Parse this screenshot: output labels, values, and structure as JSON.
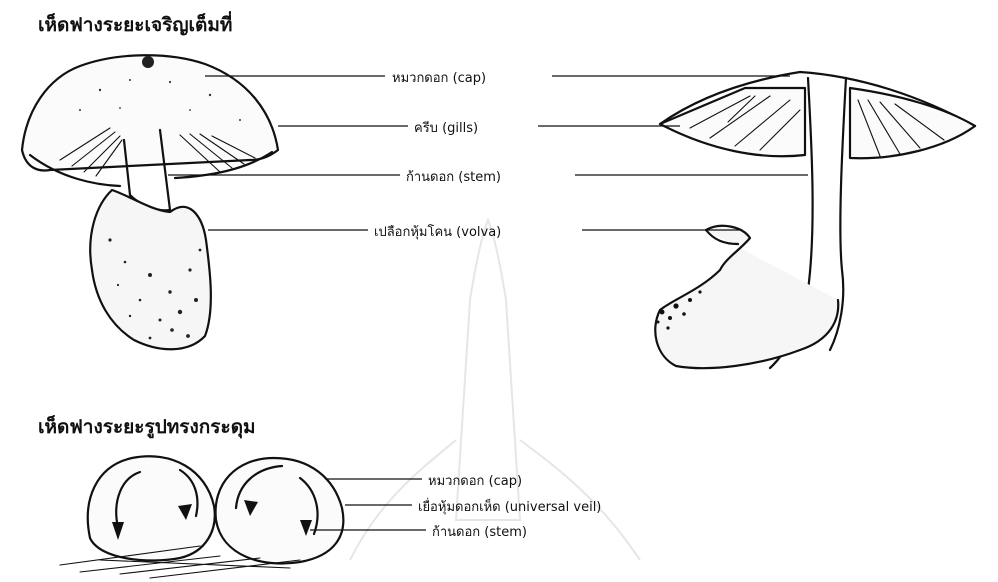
{
  "headings": {
    "mature": "เห็ดฟางระยะเจริญเต็มที่",
    "button": "เห็ดฟางระยะรูปทรงกระดุม"
  },
  "mature_labels": {
    "cap": "หมวกดอก (cap)",
    "gills": "ครีบ (gills)",
    "stem": "ก้านดอก (stem)",
    "volva": "เปลือกหุ้มโคน (volva)"
  },
  "button_labels": {
    "cap": "หมวกดอก (cap)",
    "veil": "เยื่อหุ้มดอกเห็ด (universal veil)",
    "stem": "ก้านดอก (stem)"
  }
}
